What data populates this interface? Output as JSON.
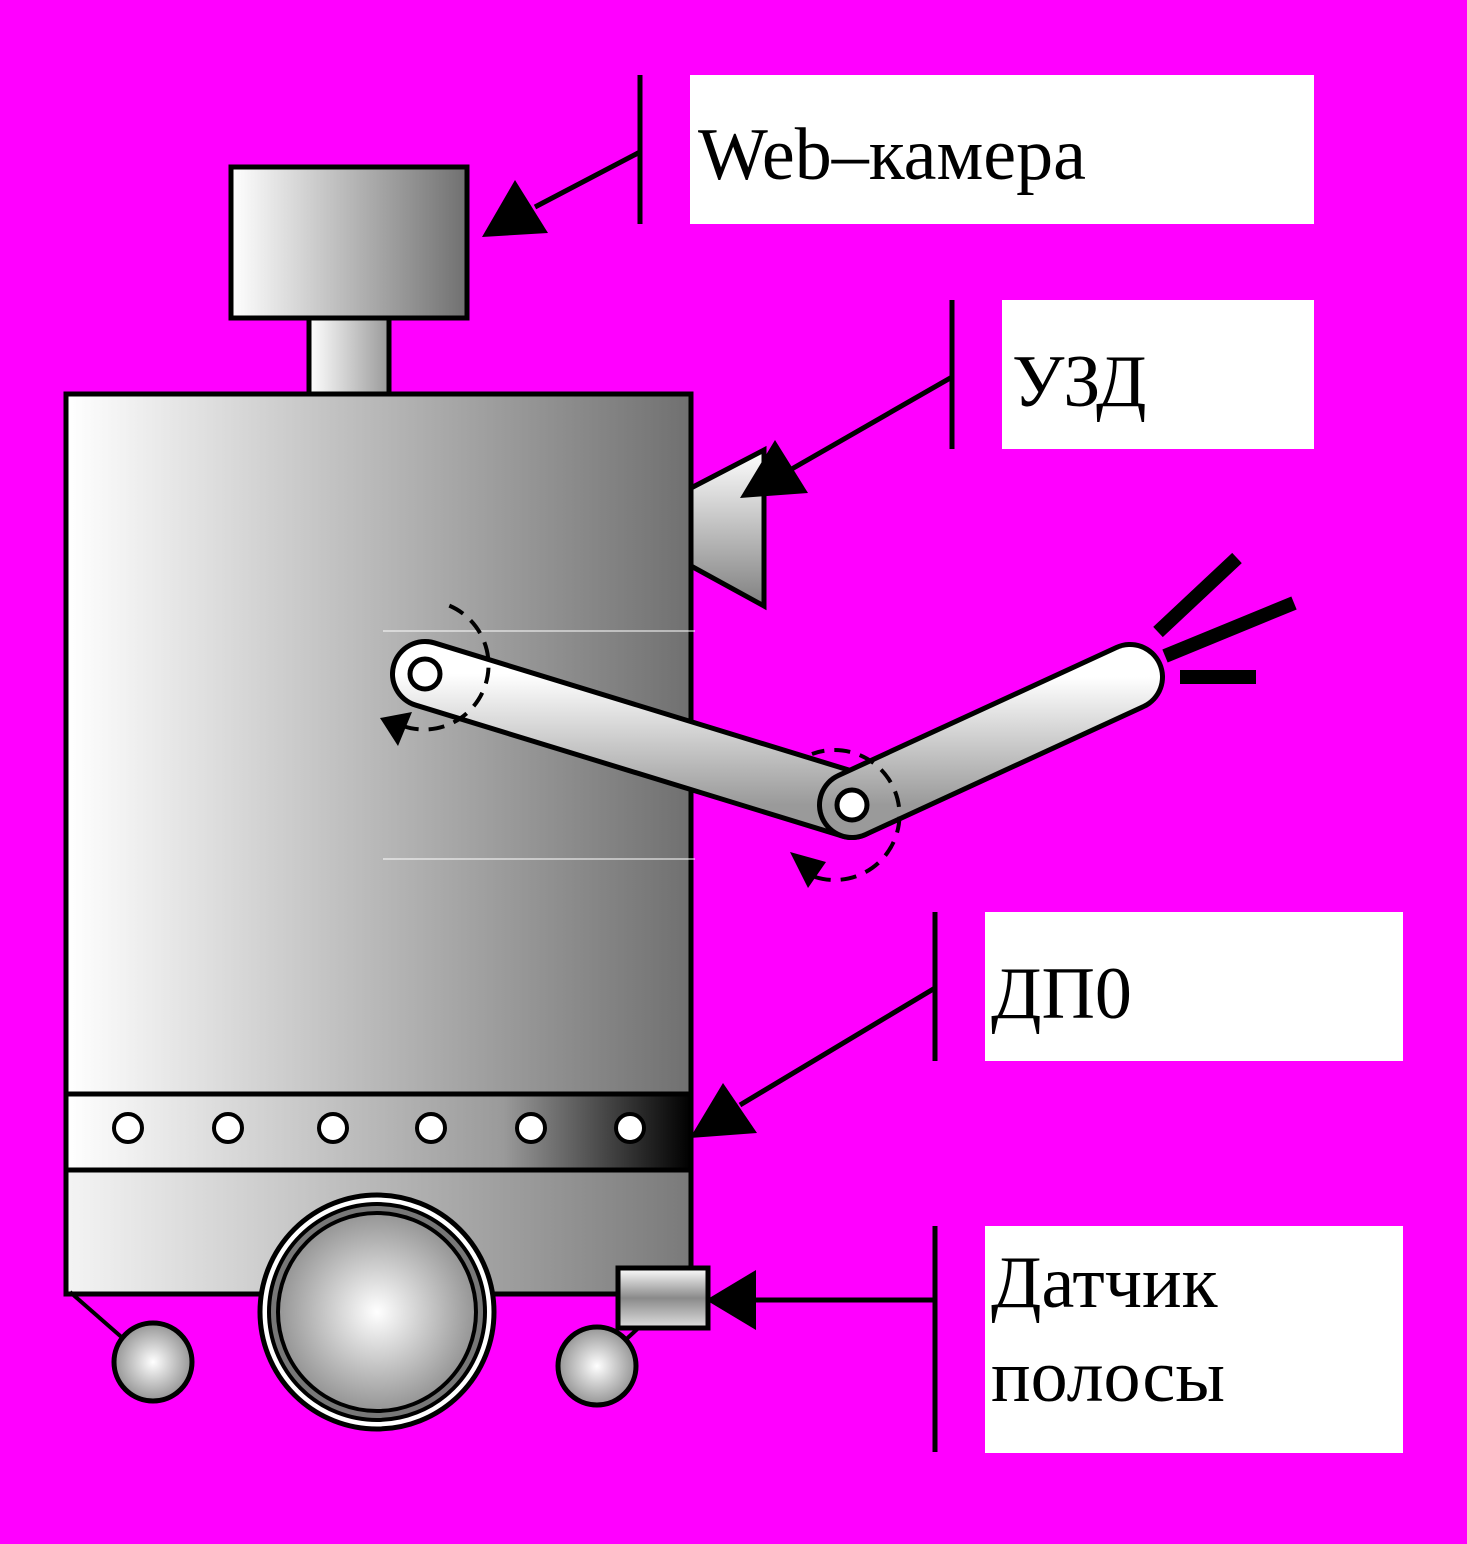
{
  "colors": {
    "background": "#ff00ff",
    "outline": "#000000",
    "label_background": "#ffffff",
    "metal_light": "#ffffff",
    "metal_dark": "#707070"
  },
  "labels": {
    "webcam": "Web–камера",
    "ultrasonic": "УЗД",
    "proximity": "ДП0",
    "line_sensor_line1": "Датчик",
    "line_sensor_line2": "полосы"
  }
}
